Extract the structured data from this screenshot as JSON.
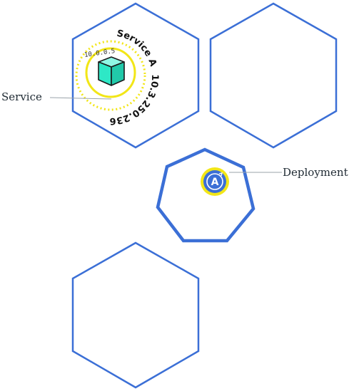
{
  "labels": {
    "service": "Service",
    "deployment": "Deployment"
  },
  "service": {
    "name": "Service A",
    "cluster_ip": "10.3.250.236",
    "pod_ip": "10.0.0.5"
  },
  "deployment": {
    "badge_letter": "A"
  },
  "colors": {
    "node_outline": "#3b6fd6",
    "service_ring": "#f2e617",
    "pod_cube": "#2ee8c6",
    "deployment_badge": "#3b6fd6"
  },
  "icons": {
    "pod": "cube-icon",
    "deployment": "deployment-icon"
  }
}
